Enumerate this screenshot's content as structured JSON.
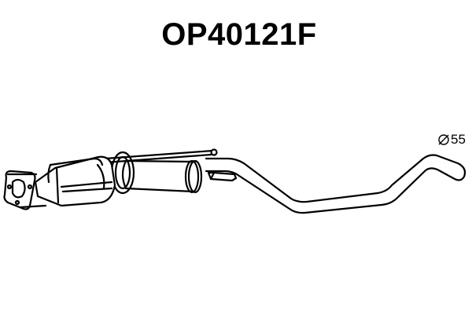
{
  "title": "OP40121F",
  "dimension": {
    "symbol": "diameter-icon",
    "value": "55"
  },
  "diagram": {
    "subject": "exhaust-pipe-assembly",
    "parts": [
      "flange",
      "catalytic-converter",
      "particulate-filter",
      "hanger-rods",
      "tail-pipe"
    ],
    "colors": {
      "line": "#000000",
      "background": "#ffffff"
    }
  }
}
